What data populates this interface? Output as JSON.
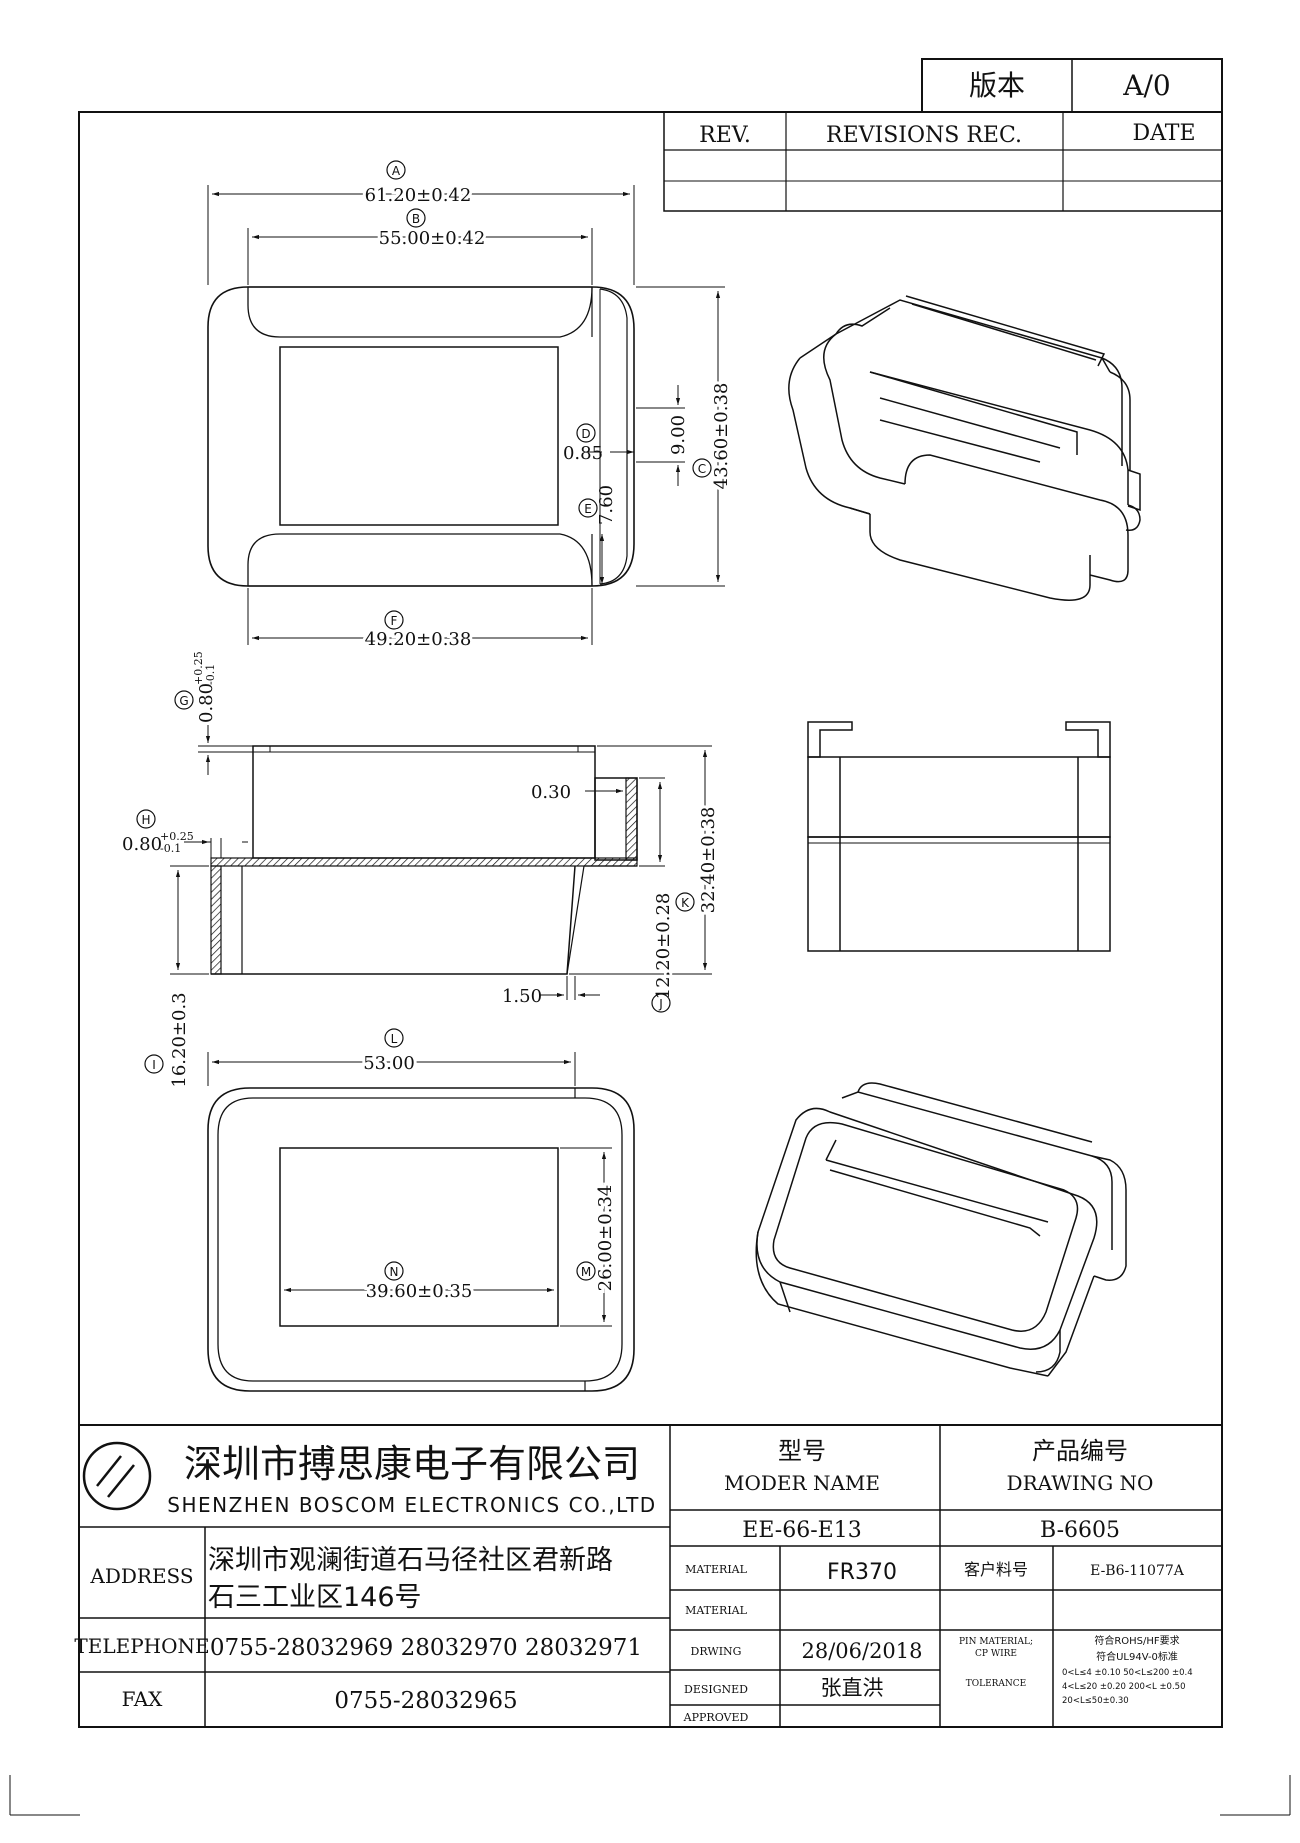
{
  "version_box": {
    "label": "版本",
    "value": "A/0"
  },
  "revisions": {
    "rev_header": "REV.",
    "rec_header": "REVISIONS REC.",
    "date_header": "DATE"
  },
  "dimensions": {
    "A": {
      "letter": "A",
      "value": "61.20±0.42"
    },
    "B": {
      "letter": "B",
      "value": "55.00±0.42"
    },
    "C": {
      "letter": "C",
      "value": "43.60±0.38"
    },
    "D": {
      "letter": "D",
      "value": "0.85"
    },
    "D2": {
      "value": "9.00"
    },
    "E": {
      "letter": "E",
      "value": "7.60"
    },
    "F": {
      "letter": "F",
      "value": "49.20±0.38"
    },
    "G": {
      "letter": "G",
      "base": "0.80",
      "tol_plus": "+0.25",
      "tol_minus": "-0.1"
    },
    "H": {
      "letter": "H",
      "base": "0.80",
      "tol_plus": "+0.25",
      "tol_minus": "-0.1"
    },
    "wall": {
      "value": "0.30"
    },
    "J": {
      "letter": "J",
      "value": "12.20±0.28"
    },
    "K": {
      "letter": "K",
      "value": "32.40±0.38"
    },
    "step": {
      "value": "1.50"
    },
    "I": {
      "letter": "I",
      "value": "16.20±0.3"
    },
    "L": {
      "letter": "L",
      "value": "53.00"
    },
    "M": {
      "letter": "M",
      "value": "26.00±0.34"
    },
    "N": {
      "letter": "N",
      "value": "39.60±0.35"
    }
  },
  "title_block": {
    "company_cn": "深圳市搏思康电子有限公司",
    "company_en": "SHENZHEN BOSCOM ELECTRONICS CO.,LTD",
    "address_label": "ADDRESS",
    "address_line1": "深圳市观澜街道石马径社区君新路",
    "address_line2": "石三工业区146号",
    "telephone_label": "TELEPHONE",
    "telephone": "0755-28032969 28032970 28032971",
    "fax_label": "FAX",
    "fax": "0755-28032965",
    "model_label_cn": "型号",
    "model_label_en": "MODER NAME",
    "model_value": "EE-66-E13",
    "drawing_label_cn": "产品编号",
    "drawing_label_en": "DRAWING NO",
    "drawing_value": "B-6605",
    "material_label": "MATERIAL",
    "material_value": "FR370",
    "customer_part_label": "客户料号",
    "customer_part_value": "E-B6-11077A",
    "material2_label": "MATERIAL",
    "material2_value": "",
    "drawing_date_label": "DRWING",
    "drawing_date": "28/06/2018",
    "pin_material_label1": "PIN MATERIAL;",
    "pin_material_label2": "CP WIRE",
    "pin_material_value1": "符合ROHS/HF要求",
    "pin_material_value2": "符合UL94V-0标准",
    "designed_label": "DESIGNED",
    "designed_value": "张直洪",
    "approved_label": "APPROVED",
    "approved_value": "",
    "tolerance_label": "TOLERANCE",
    "tolerance_line1": "0<L≤4 ±0.10  50<L≤200 ±0.4",
    "tolerance_line2": "4<L≤20 ±0.20  200<L     ±0.50",
    "tolerance_line3": "20<L≤50±0.30"
  }
}
